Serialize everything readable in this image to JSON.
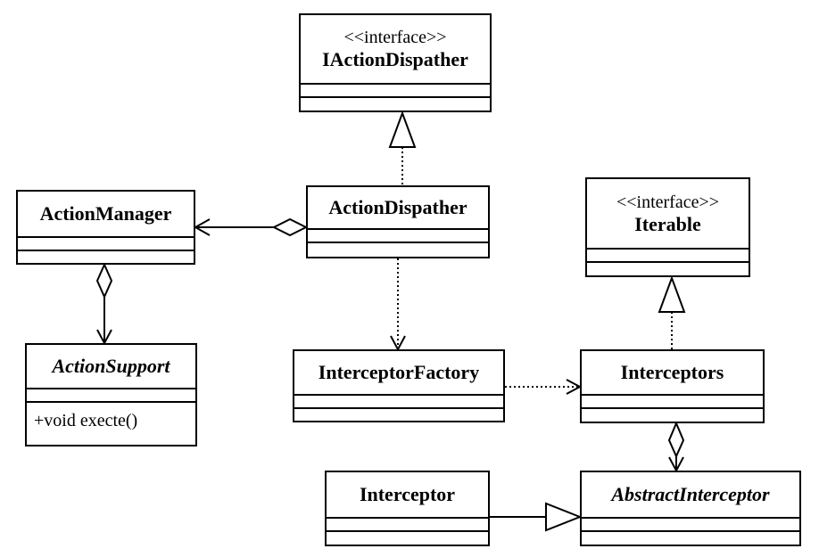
{
  "classes": {
    "iaction_dispatcher": {
      "stereotype": "<<interface>>",
      "name": "IActionDispather"
    },
    "action_manager": {
      "name": "ActionManager"
    },
    "action_dispatcher": {
      "name": "ActionDispather"
    },
    "iterable": {
      "stereotype": "<<interface>>",
      "name": "Iterable"
    },
    "action_support": {
      "name": "ActionSupport",
      "operation": "+void execte()"
    },
    "interceptor_factory": {
      "name": "InterceptorFactory"
    },
    "interceptors": {
      "name": "Interceptors"
    },
    "interceptor": {
      "name": "Interceptor"
    },
    "abstract_interceptor": {
      "name": "AbstractInterceptor"
    }
  }
}
